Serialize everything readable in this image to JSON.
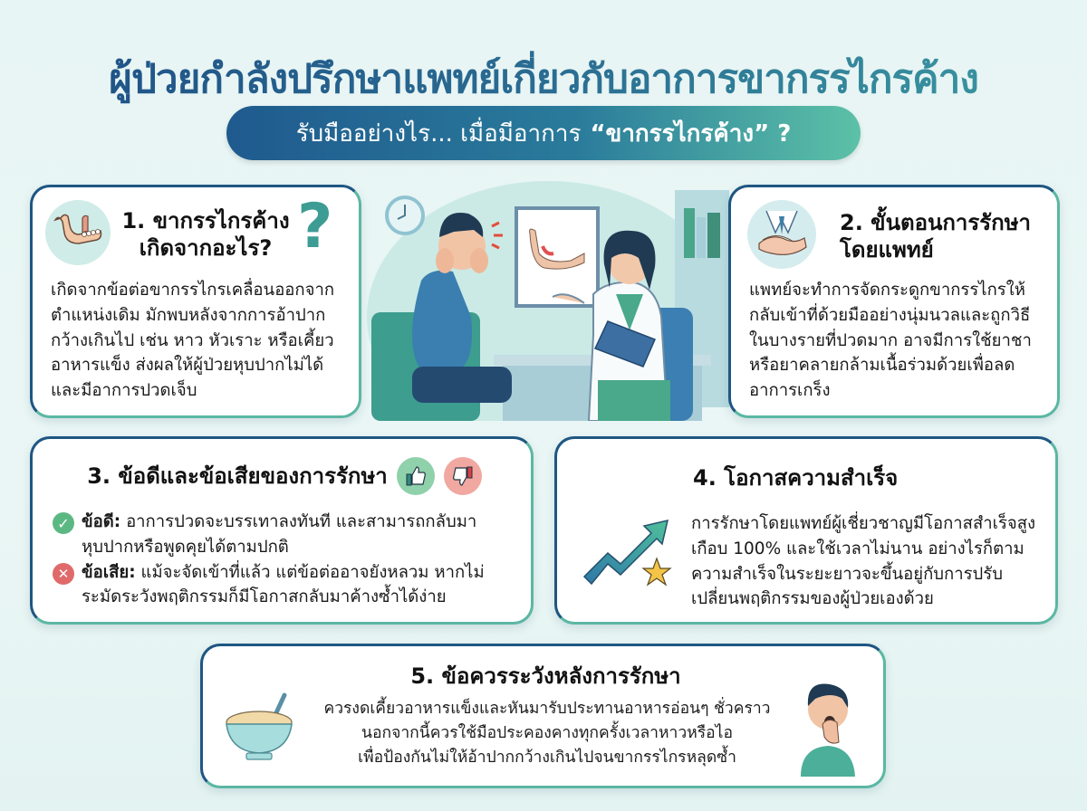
{
  "header": {
    "title": "ผู้ป่วยกำลังปรึกษาแพทย์เกี่ยวกับอาการขากรรไกรค้าง",
    "subtitle_prefix": "รับมืออย่างไร... เมื่อมีอาการ",
    "subtitle_highlight": "“ขากรรไกรค้าง” ?"
  },
  "cards": [
    {
      "title_line1": "1. ขากรรไกรค้าง",
      "title_line2": "เกิดจากอะไร?",
      "icon": "jaw-bone-icon",
      "decor_icon": "question-mark-icon",
      "body": "เกิดจากข้อต่อขากรรไกรเคลื่อนออกจากตำแหน่งเดิม มักพบหลังจากการอ้าปากกว้างเกินไป เช่น หาว หัวเราะ หรือเคี้ยวอาหารแข็ง ส่งผลให้ผู้ป่วยหุบปากไม่ได้และมีอาการปวดเจ็บ"
    },
    {
      "title_line1": "2. ขั้นตอนการรักษา",
      "title_line2": "โดยแพทย์",
      "icon": "doctor-hands-icon",
      "body": "แพทย์จะทำการจัดกระดูกขากรรไกรให้กลับเข้าที่ด้วยมืออย่างนุ่มนวลและถูกวิธี ในบางรายที่ปวดมาก อาจมีการใช้ยาชาหรือยาคลายกล้ามเนื้อร่วมด้วยเพื่อลดอาการเกร็ง"
    },
    {
      "title": "3. ข้อดีและข้อเสียของการรักษา",
      "icons": [
        "thumbs-up-icon",
        "thumbs-down-icon"
      ],
      "pros_label": "ข้อดี:",
      "pros_text": "อาการปวดจะบรรเทาลงทันที และสามารถกลับมาหุบปากหรือพูดคุยได้ตามปกติ",
      "cons_label": "ข้อเสีย:",
      "cons_text": "แม้จะจัดเข้าที่แล้ว แต่ข้อต่ออาจยังหลวม หากไม่ระมัดระวังพฤติกรรมก็มีโอกาสกลับมาค้างซ้ำได้ง่าย"
    },
    {
      "title": "4. โอกาสความสำเร็จ",
      "icon": "trend-up-star-icon",
      "body": "การรักษาโดยแพทย์ผู้เชี่ยวชาญมีโอกาสสำเร็จสูงเกือบ 100% และใช้เวลาไม่นาน อย่างไรก็ตาม ความสำเร็จในระยะยาวจะขึ้นอยู่กับการปรับเปลี่ยนพฤติกรรมของผู้ป่วยเองด้วย"
    },
    {
      "title": "5. ข้อควรระวังหลังการรักษา",
      "icons": [
        "porridge-bowl-icon",
        "yawning-person-icon"
      ],
      "line1": "ควรงดเคี้ยวอาหารแข็งและหันมารับประทานอาหารอ่อนๆ ชั่วคราว",
      "line2": "นอกจากนี้ควรใช้มือประคองคางทุกครั้งเวลาหาวหรือไอ",
      "line3": "เพื่อป้องกันไม่ให้อ้าปากกว้างเกินไปจนขากรรไกรหลุดซ้ำ"
    }
  ],
  "colors": {
    "title_start": "#1e4f86",
    "title_end": "#3c9aa2",
    "pill_start": "#1f5a8e",
    "pill_end": "#5cc1a7",
    "pro_green": "#5cb882",
    "con_red": "#e06a6a",
    "background": "#e7f5f4"
  }
}
